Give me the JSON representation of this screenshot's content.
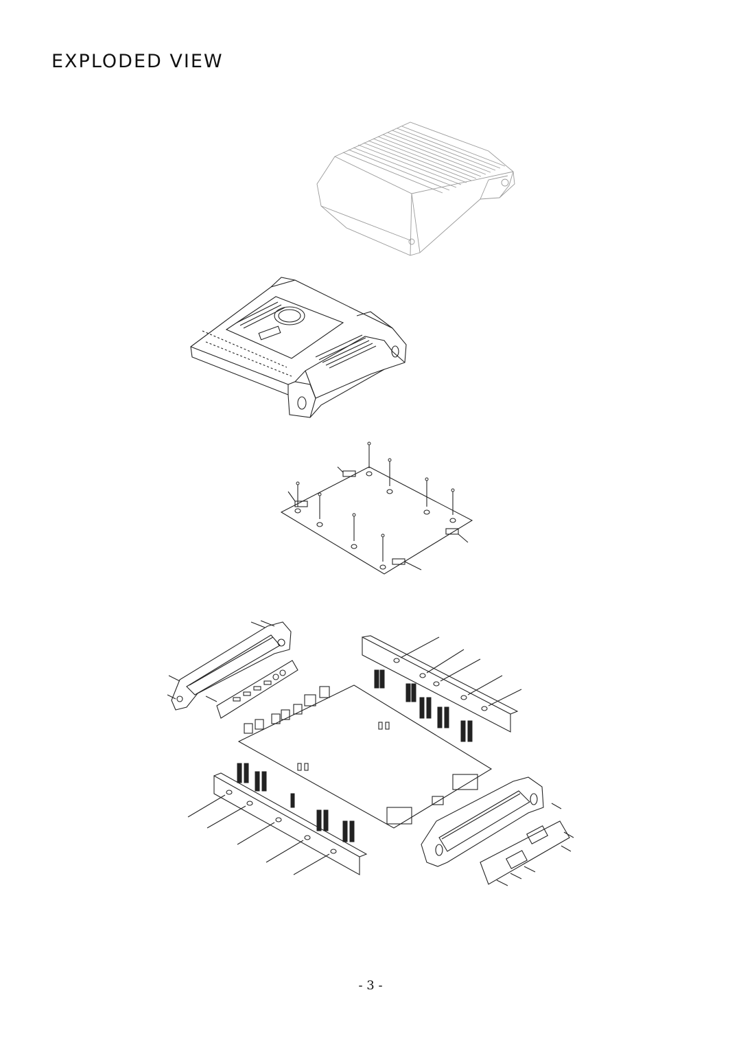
{
  "document": {
    "title": "EXPLODED VIEW",
    "page_number": "- 3 -"
  },
  "figure": {
    "parts": [
      {
        "name": "heatsink-cover",
        "style": "light"
      },
      {
        "name": "amplifier-chassis",
        "style": "normal"
      },
      {
        "name": "bottom-plate-with-screws",
        "style": "normal"
      },
      {
        "name": "end-cap-and-panel-left",
        "style": "normal"
      },
      {
        "name": "rear-heat-bar-with-transistors",
        "style": "normal"
      },
      {
        "name": "main-pcb-with-terminals",
        "style": "normal"
      },
      {
        "name": "front-heat-bar-with-transistors",
        "style": "normal"
      },
      {
        "name": "end-cap-and-panel-right",
        "style": "normal"
      }
    ]
  }
}
